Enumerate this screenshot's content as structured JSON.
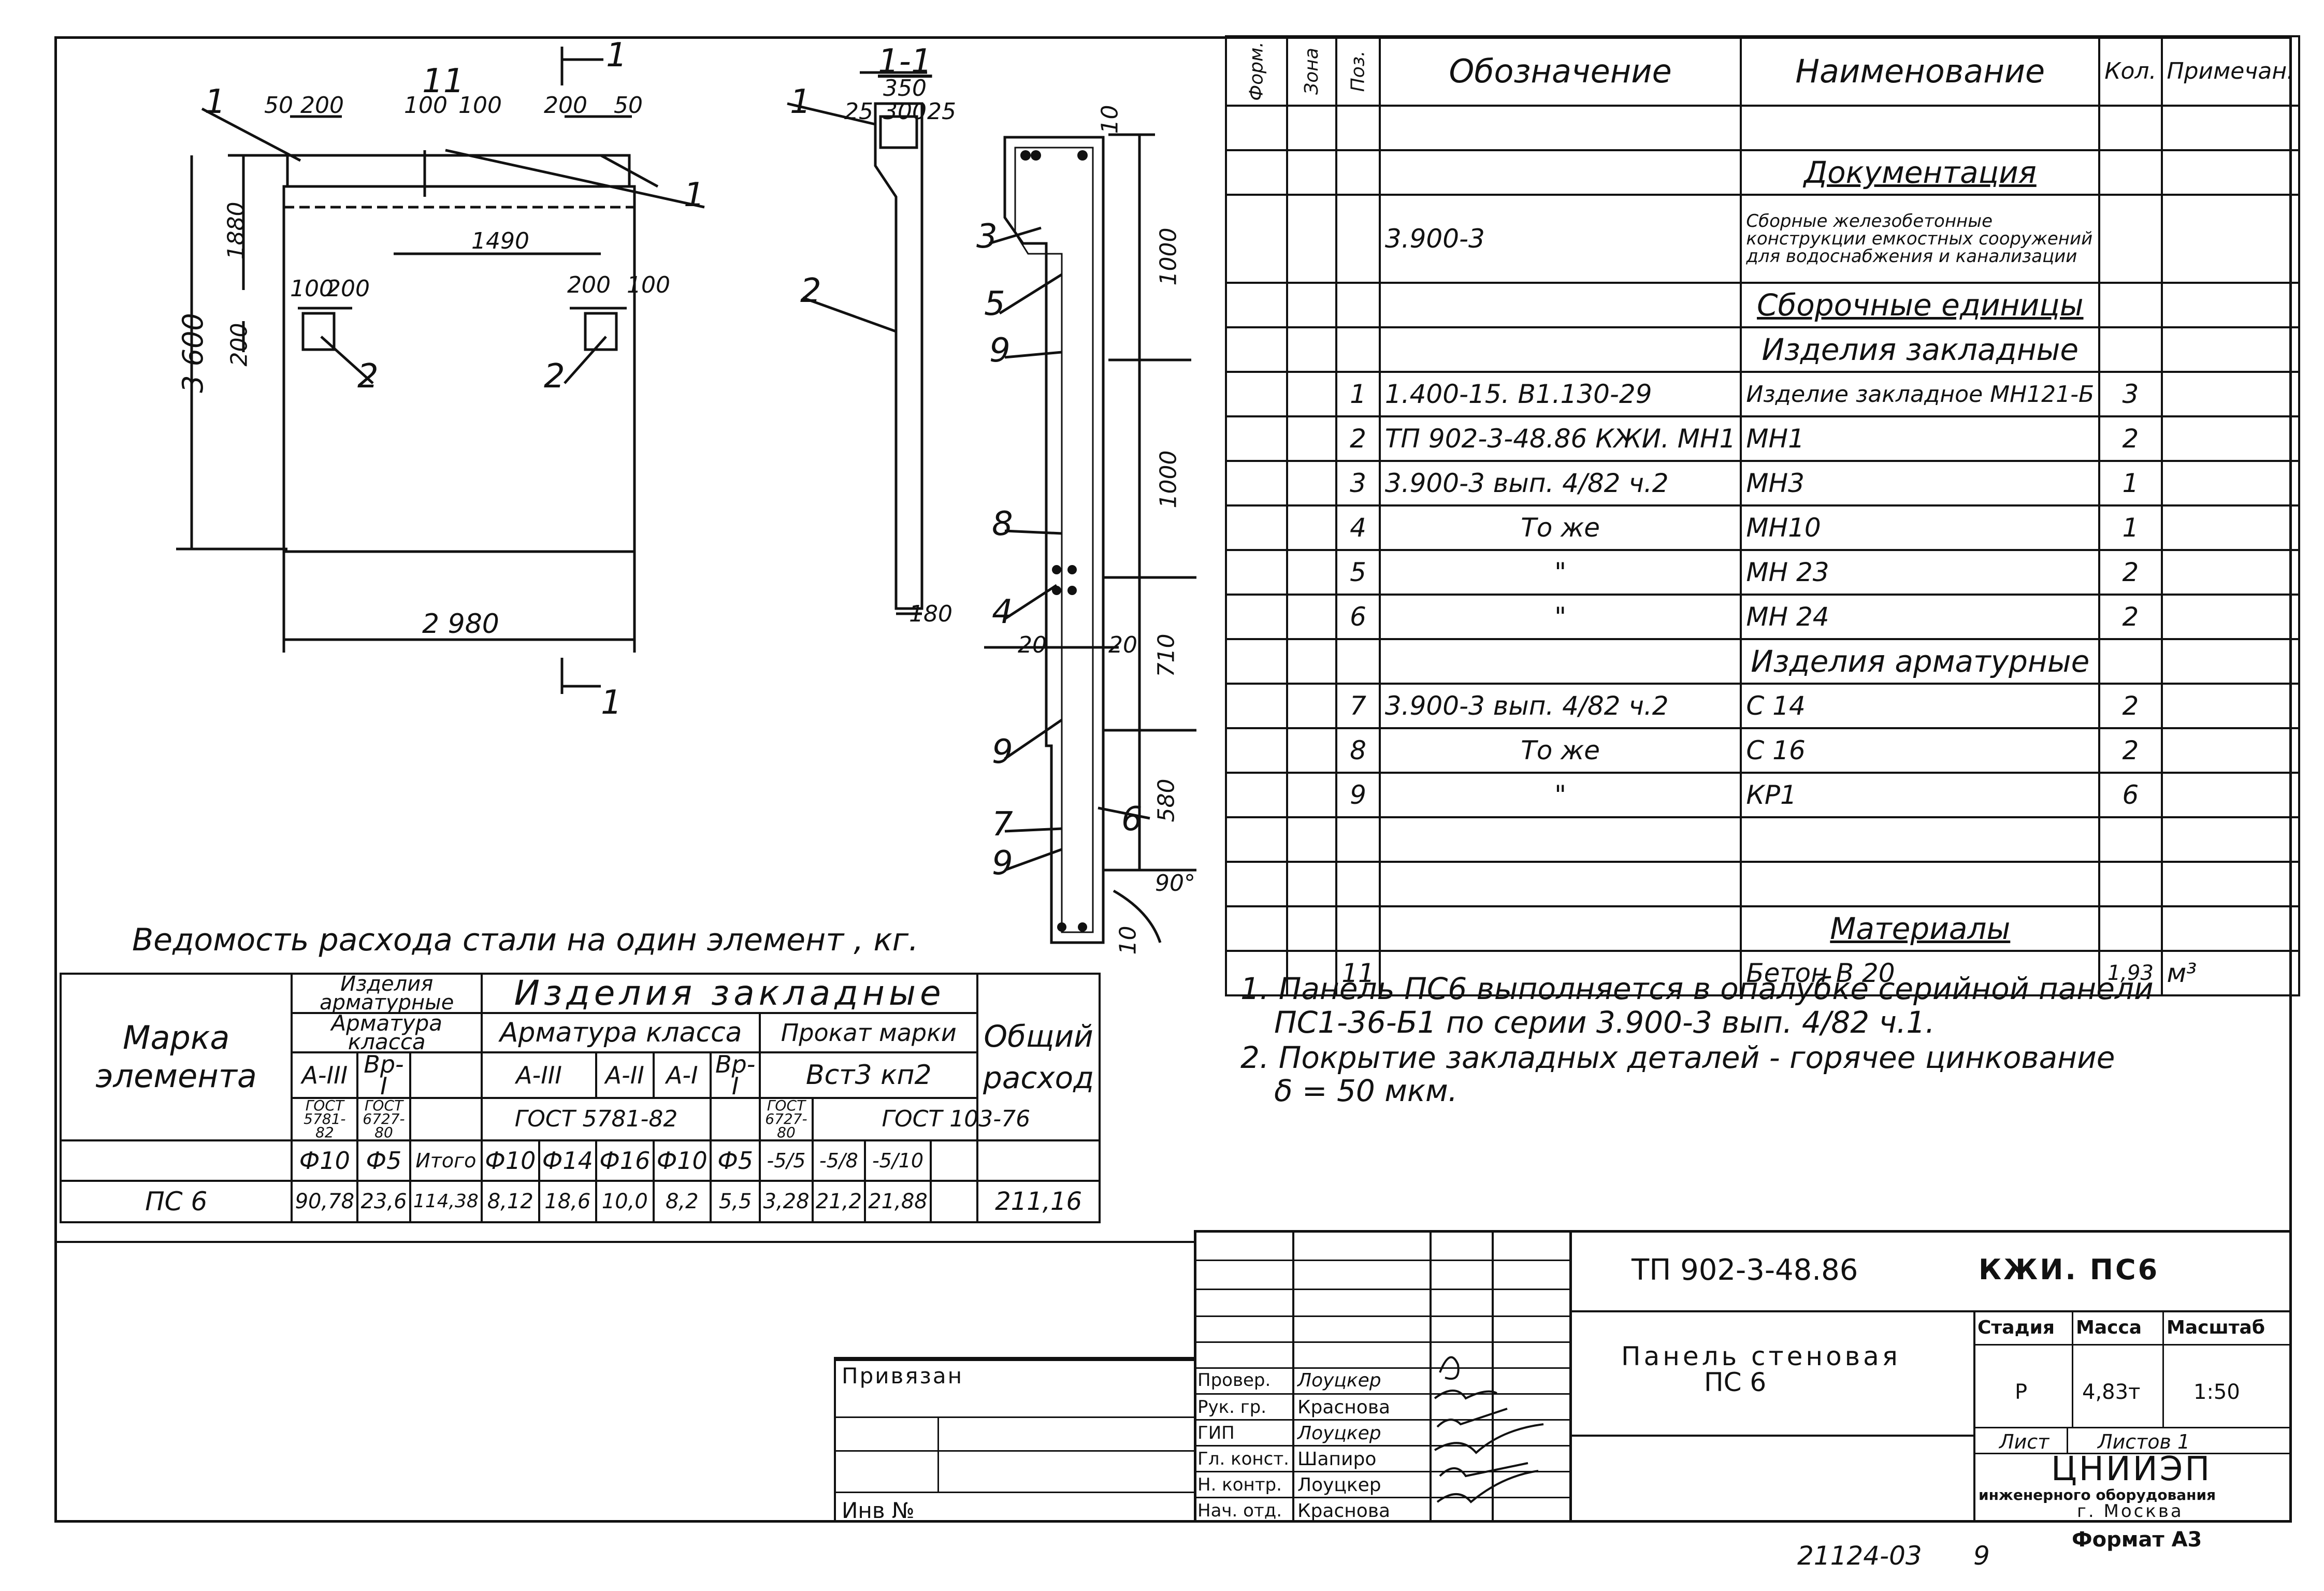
{
  "spec": {
    "headers": {
      "form": "Форм.",
      "zone": "Зона",
      "pos": "Поз.",
      "designation": "Обозначение",
      "name": "Наименование",
      "qty": "Кол.",
      "note": "Примечан."
    },
    "section_docs": "Документация",
    "doc_designation": "3.900-3",
    "doc_name": "Сборные железобетонные конструкции емкостных сооружений для водоснабжения и канализации",
    "section_units": "Сборочные единицы",
    "section_embedded": "Изделия закладные",
    "rows_embedded": [
      {
        "pos": "1",
        "designation": "1.400-15. В1.130-29",
        "name": "Изделие закладное МН121-Б",
        "qty": "3"
      },
      {
        "pos": "2",
        "designation": "ТП 902-3-48.86     КЖИ. МН1",
        "name": "МН1",
        "qty": "2"
      },
      {
        "pos": "3",
        "designation": "3.900-3  вып. 4/82  ч.2",
        "name": "МН3",
        "qty": "1"
      },
      {
        "pos": "4",
        "designation": "То же",
        "name": "МН10",
        "qty": "1"
      },
      {
        "pos": "5",
        "designation": "\"",
        "name": "МН 23",
        "qty": "2"
      },
      {
        "pos": "6",
        "designation": "\"",
        "name": "МН 24",
        "qty": "2"
      }
    ],
    "section_rebar": "Изделия арматурные",
    "rows_rebar": [
      {
        "pos": "7",
        "designation": "3.900-3  вып. 4/82  ч.2",
        "name": "С 14",
        "qty": "2"
      },
      {
        "pos": "8",
        "designation": "То же",
        "name": "С 16",
        "qty": "2"
      },
      {
        "pos": "9",
        "designation": "\"",
        "name": "КР1",
        "qty": "6"
      }
    ],
    "section_materials": "Материалы",
    "row_material": {
      "pos": "11",
      "name": "Бетон      В 20",
      "qty": "1,93",
      "note": "м³"
    }
  },
  "notes": [
    "1. Панель ПС6 выполняется в опалубке серийной панели",
    "ПС1-36-Б1 по серии 3.900-3 вып. 4/82 ч.1.",
    "2. Покрытие закладных деталей - горячее цинкование",
    "δ = 50 мкм."
  ],
  "steel": {
    "caption": "Ведомость расхода стали на один элемент , кг.",
    "col_mark": "Марка элемента",
    "grp_rebar": "Изделия арматурные",
    "grp_embedded": "Изделия закладные",
    "sub_rebar_class": "Арматура класса",
    "sub_emb_class": "Арматура класса",
    "sub_rolled": "Прокат марки",
    "col_total": "Общий расход",
    "cls": [
      "А-III",
      "Вр-I",
      "А-III",
      "А-II",
      "А-I",
      "Вр-I"
    ],
    "rolled_mark": "Вст3 кп2",
    "gost_1": "ГОСТ 5781-82",
    "gost_2": "ГОСТ 6727-80",
    "gost_3": "ГОСТ 5781-82",
    "gost_4": "ГОСТ 6727-80",
    "gost_5": "ГОСТ 103-76",
    "diam": [
      "Ф10",
      "Ф5",
      "Итого",
      "Ф10",
      "Ф14",
      "Ф16",
      "Ф10",
      "Ф5",
      "-5/5",
      "-5/8",
      "-5/10",
      ""
    ],
    "row": {
      "mark": "ПС 6",
      "values": [
        "90,78",
        "23,6",
        "114,38",
        "8,12",
        "18,6",
        "10,0",
        "8,2",
        "5,5",
        "3,28",
        "21,2",
        "21,88",
        ""
      ],
      "total": "211,16"
    }
  },
  "titleblock": {
    "code": "ТП 902-3-48.86",
    "code2": "КЖИ. ПС6",
    "title1": "Панель  стеновая",
    "title2": "ПС 6",
    "stage_h": "Стадия",
    "mass_h": "Масса",
    "scale_h": "Масштаб",
    "stage": "Р",
    "mass": "4,83т",
    "scale": "1:50",
    "sheet": "Лист",
    "sheets": "Листов 1",
    "org1": "ЦНИИЭП",
    "org2": "инженерного оборудования",
    "org3": "г. Москва",
    "privyazan": "Привязан",
    "inv": "Инв №",
    "roles": [
      {
        "role": "Провер.",
        "name": "Лоуцкер"
      },
      {
        "role": "Рук. гр.",
        "name": "Краснова"
      },
      {
        "role": "ГИП",
        "name": "Лоуцкер"
      },
      {
        "role": "Гл. конст.",
        "name": "Шапиро"
      },
      {
        "role": "Н. контр.",
        "name": "Лоуцкер"
      },
      {
        "role": "Нач. отд.",
        "name": "Краснова"
      }
    ],
    "bottom_code": "21124-03",
    "bottom_num": "9",
    "format": "Формат А3"
  },
  "drawing": {
    "dims": [
      "50",
      "200",
      "100",
      "100",
      "200",
      "50",
      "1880",
      "1490",
      "100",
      "200",
      "200",
      "100",
      "3 600",
      "200",
      "2 980",
      "350",
      "25",
      "300",
      "25",
      "180",
      "10",
      "1000",
      "1000",
      "710",
      "580",
      "20",
      "20",
      "90°",
      "10"
    ],
    "marks": [
      "1",
      "11",
      "1",
      "1",
      "2",
      "2",
      "1",
      "1",
      "2",
      "3",
      "5",
      "9",
      "8",
      "4",
      "9",
      "7",
      "9",
      "6"
    ],
    "section_label": "1-1",
    "section_mark": "1"
  }
}
